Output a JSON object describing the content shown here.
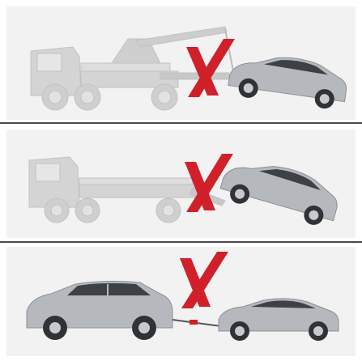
{
  "illustration": {
    "panels": [
      {
        "scene": "wheel-lift-tow-truck",
        "verdict_icon": "red-x-icon"
      },
      {
        "scene": "flatbed-rear-lift-tow",
        "verdict_icon": "red-x-icon"
      },
      {
        "scene": "tow-rope-behind-suv",
        "verdict_icon": "red-x-icon"
      }
    ],
    "colors": {
      "truck": "#d4d4d4",
      "truck_shadow": "#b9b9b9",
      "car_body": "#b5b8bc",
      "car_window": "#3d4147",
      "x_mark": "#d0202a",
      "panel_bg": "#f2f2f2",
      "divider": "#4a4a4a"
    }
  }
}
